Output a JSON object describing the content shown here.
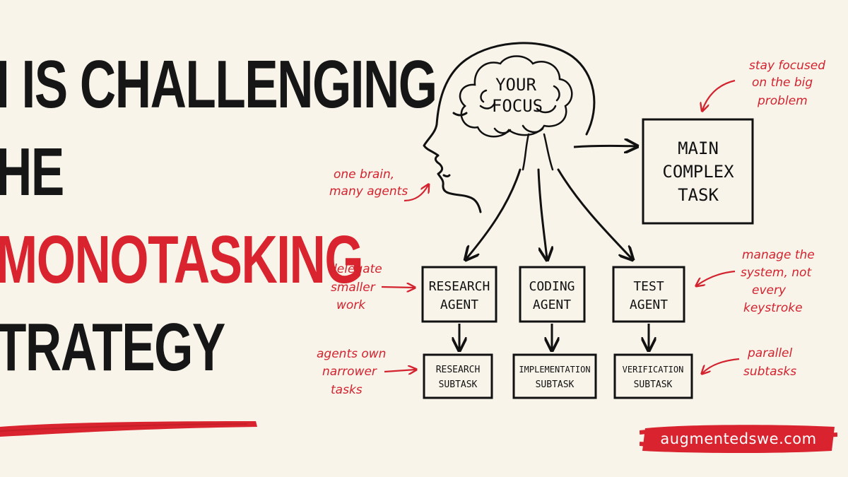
{
  "headline": {
    "line1": "I IS CHALLENGING",
    "line2": "HE",
    "line3": "MONOTASKING",
    "line4": "TRATEGY"
  },
  "colors": {
    "accent": "#d9232e",
    "ink": "#111111",
    "paper": "#f8f4ea"
  },
  "brain": {
    "line1": "YOUR",
    "line2": "FOCUS"
  },
  "main_task": {
    "line1": "MAIN",
    "line2": "COMPLEX",
    "line3": "TASK"
  },
  "agents": [
    {
      "line1": "RESEARCH",
      "line2": "AGENT"
    },
    {
      "line1": "CODING",
      "line2": "AGENT"
    },
    {
      "line1": "TEST",
      "line2": "AGENT"
    }
  ],
  "subtasks": [
    {
      "line1": "RESEARCH",
      "line2": "SUBTASK"
    },
    {
      "line1": "IMPLEMENTATION",
      "line2": "SUBTASK"
    },
    {
      "line1": "VERIFICATION",
      "line2": "SUBTASK"
    }
  ],
  "notes": {
    "stay_focused": [
      "stay focused",
      "on the big",
      "problem"
    ],
    "one_brain": [
      "one brain,",
      "many agents"
    ],
    "delegate": [
      "delegate",
      "smaller",
      "work"
    ],
    "manage": [
      "manage the",
      "system, not",
      "every",
      "keystroke"
    ],
    "agents_own": [
      "agents own",
      "narrower",
      "tasks"
    ],
    "parallel": [
      "parallel",
      "subtasks"
    ]
  },
  "footer": {
    "site": "augmentedswe.com"
  },
  "icons": [
    "head-profile-icon",
    "brain-icon",
    "arrow-icon"
  ]
}
